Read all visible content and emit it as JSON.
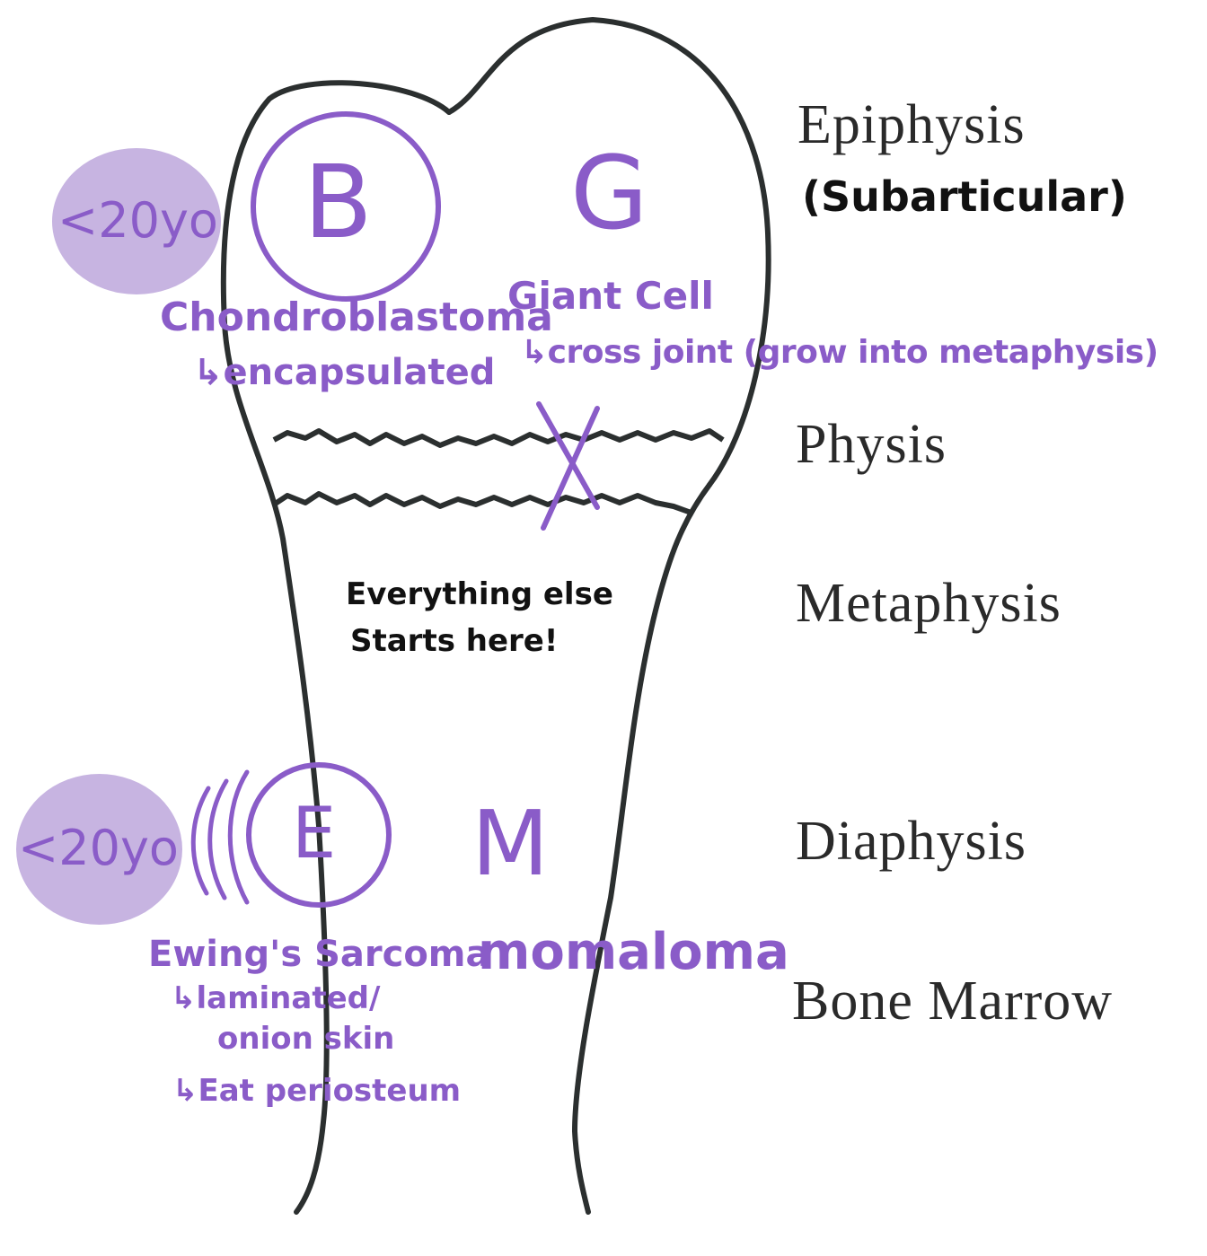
{
  "regions": {
    "epiphysis": "Epiphysis",
    "subarticular": "(Subarticular)",
    "physis": "Physis",
    "metaphysis": "Metaphysis",
    "diaphysis": "Diaphysis",
    "bone_marrow": "Bone Marrow"
  },
  "annotations": {
    "age_top": "<20yo",
    "age_bottom": "<20yo",
    "b_letter": "B",
    "g_letter": "G",
    "x_mark": "X",
    "e_letter": "E",
    "m_letter": "M",
    "chondroblastoma": "Chondroblastoma",
    "chondro_note": "↳encapsulated",
    "giant_cell": "Giant Cell",
    "giant_note": "↳cross joint (grow into metaphysis)",
    "metaphysis_note_1": "Everything else",
    "metaphysis_note_2": "Starts here!",
    "ewing": "Ewing's Sarcoma",
    "ewing_note_1": "↳laminated/",
    "ewing_note_2": "onion skin",
    "ewing_note_3": "↳Eat periosteum",
    "myeloma": "momaloma"
  },
  "colors": {
    "annotation_purple": "#8a5cc8",
    "age_blob": "#c7b4e1",
    "outline": "#2b2f2f"
  }
}
